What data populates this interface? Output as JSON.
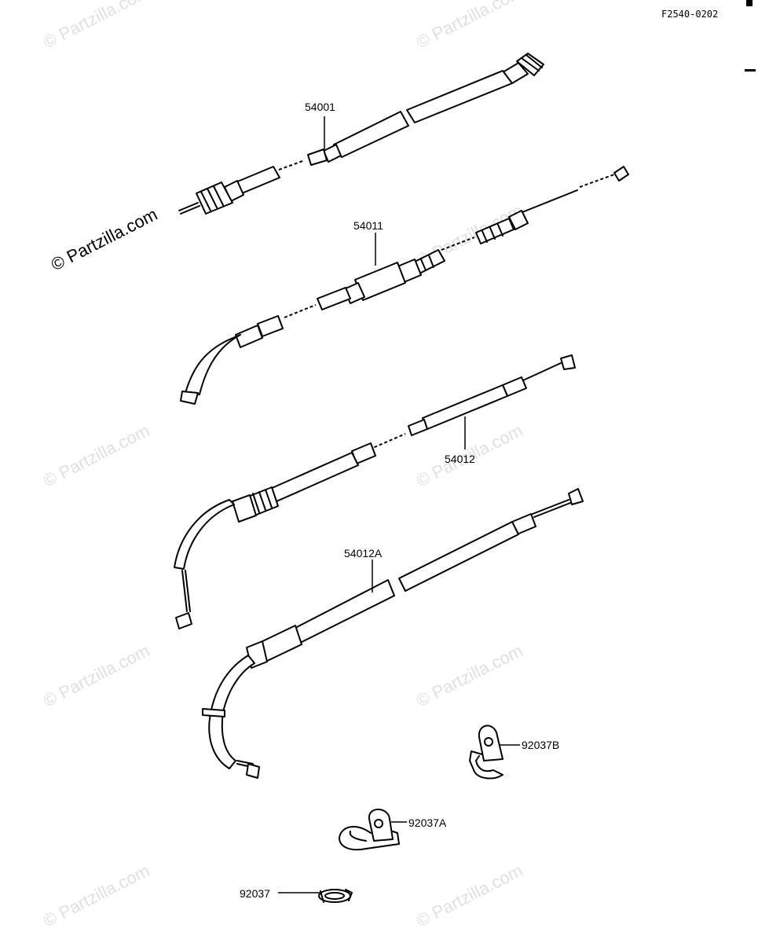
{
  "diagram_code": "F2540-0202",
  "watermarks": {
    "main": "© Partzilla.com",
    "faint": "© Partzilla.com"
  },
  "callouts": {
    "p54001": "54001",
    "p54011": "54011",
    "p54012": "54012",
    "p54012A": "54012A",
    "p92037B": "92037B",
    "p92037A": "92037A",
    "p92037": "92037"
  }
}
